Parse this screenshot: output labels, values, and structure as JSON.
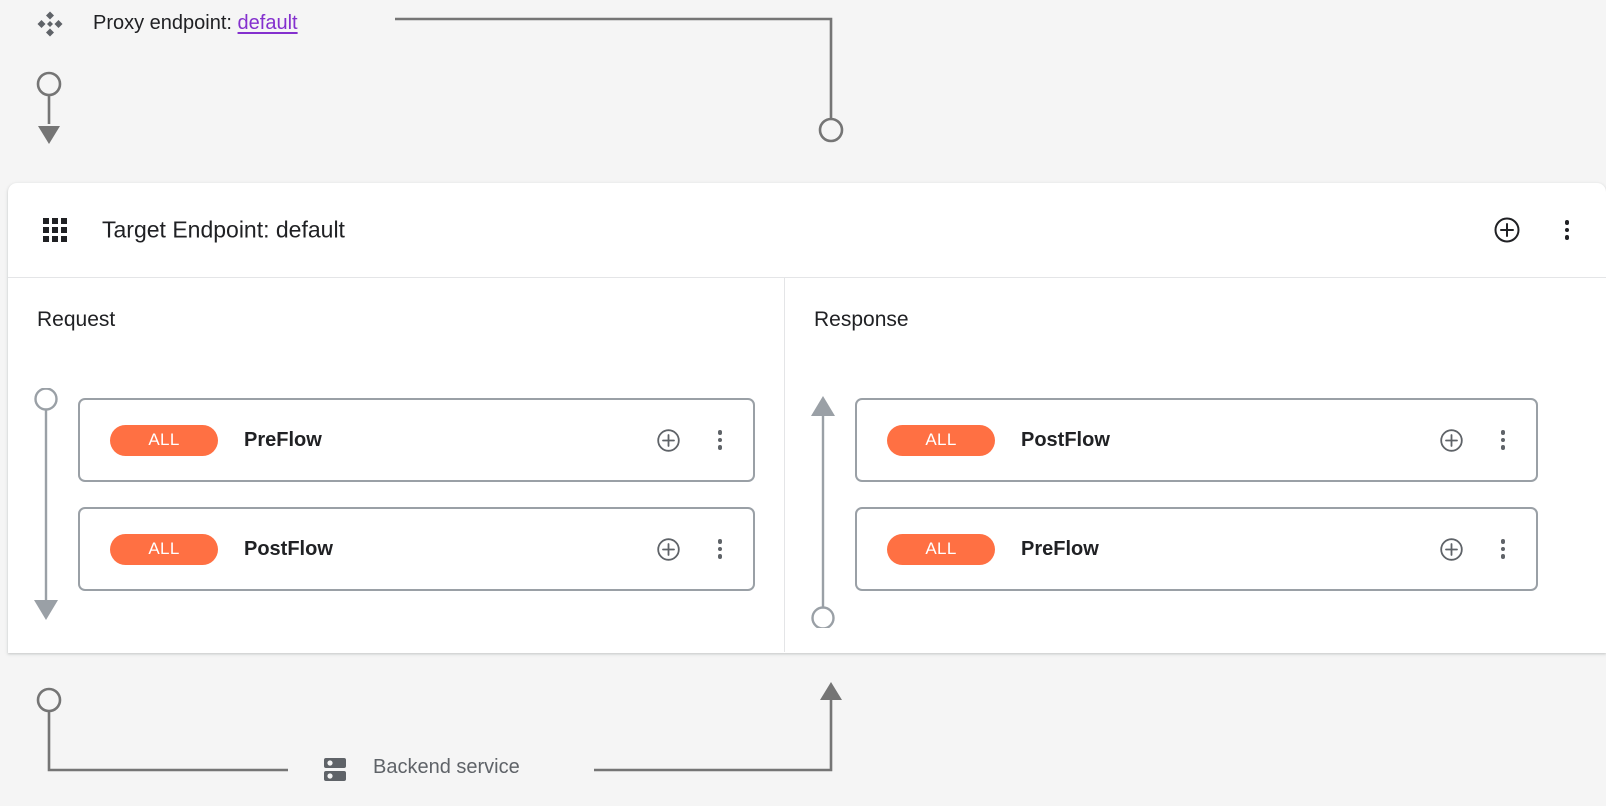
{
  "proxy": {
    "icon": "proxy-diamond-icon",
    "label": "Proxy endpoint:",
    "value": "default",
    "value_color": "#8430ce"
  },
  "endpoint": {
    "icon": "grid-dots-icon",
    "title": "Target Endpoint: default",
    "actions": {
      "add_label": "add-circle-icon",
      "menu_label": "more-vert-icon"
    }
  },
  "columns": [
    {
      "id": "request",
      "label": "Request",
      "direction": "down",
      "rows": [
        {
          "badge": "ALL",
          "name": "PreFlow"
        },
        {
          "badge": "ALL",
          "name": "PostFlow"
        }
      ]
    },
    {
      "id": "response",
      "label": "Response",
      "direction": "up",
      "rows": [
        {
          "badge": "ALL",
          "name": "PostFlow"
        },
        {
          "badge": "ALL",
          "name": "PreFlow"
        }
      ]
    }
  ],
  "backend": {
    "icon": "server-icon",
    "label": "Backend service"
  },
  "colors": {
    "page_background": "#f5f5f5",
    "card_background": "#ffffff",
    "badge_orange": "#ff7043",
    "wire_gray": "#757575",
    "border_gray": "#9aa0a6",
    "divider": "#e4e5e7",
    "link_purple": "#8430ce",
    "text_primary": "#202124",
    "text_secondary": "#5f6368"
  }
}
